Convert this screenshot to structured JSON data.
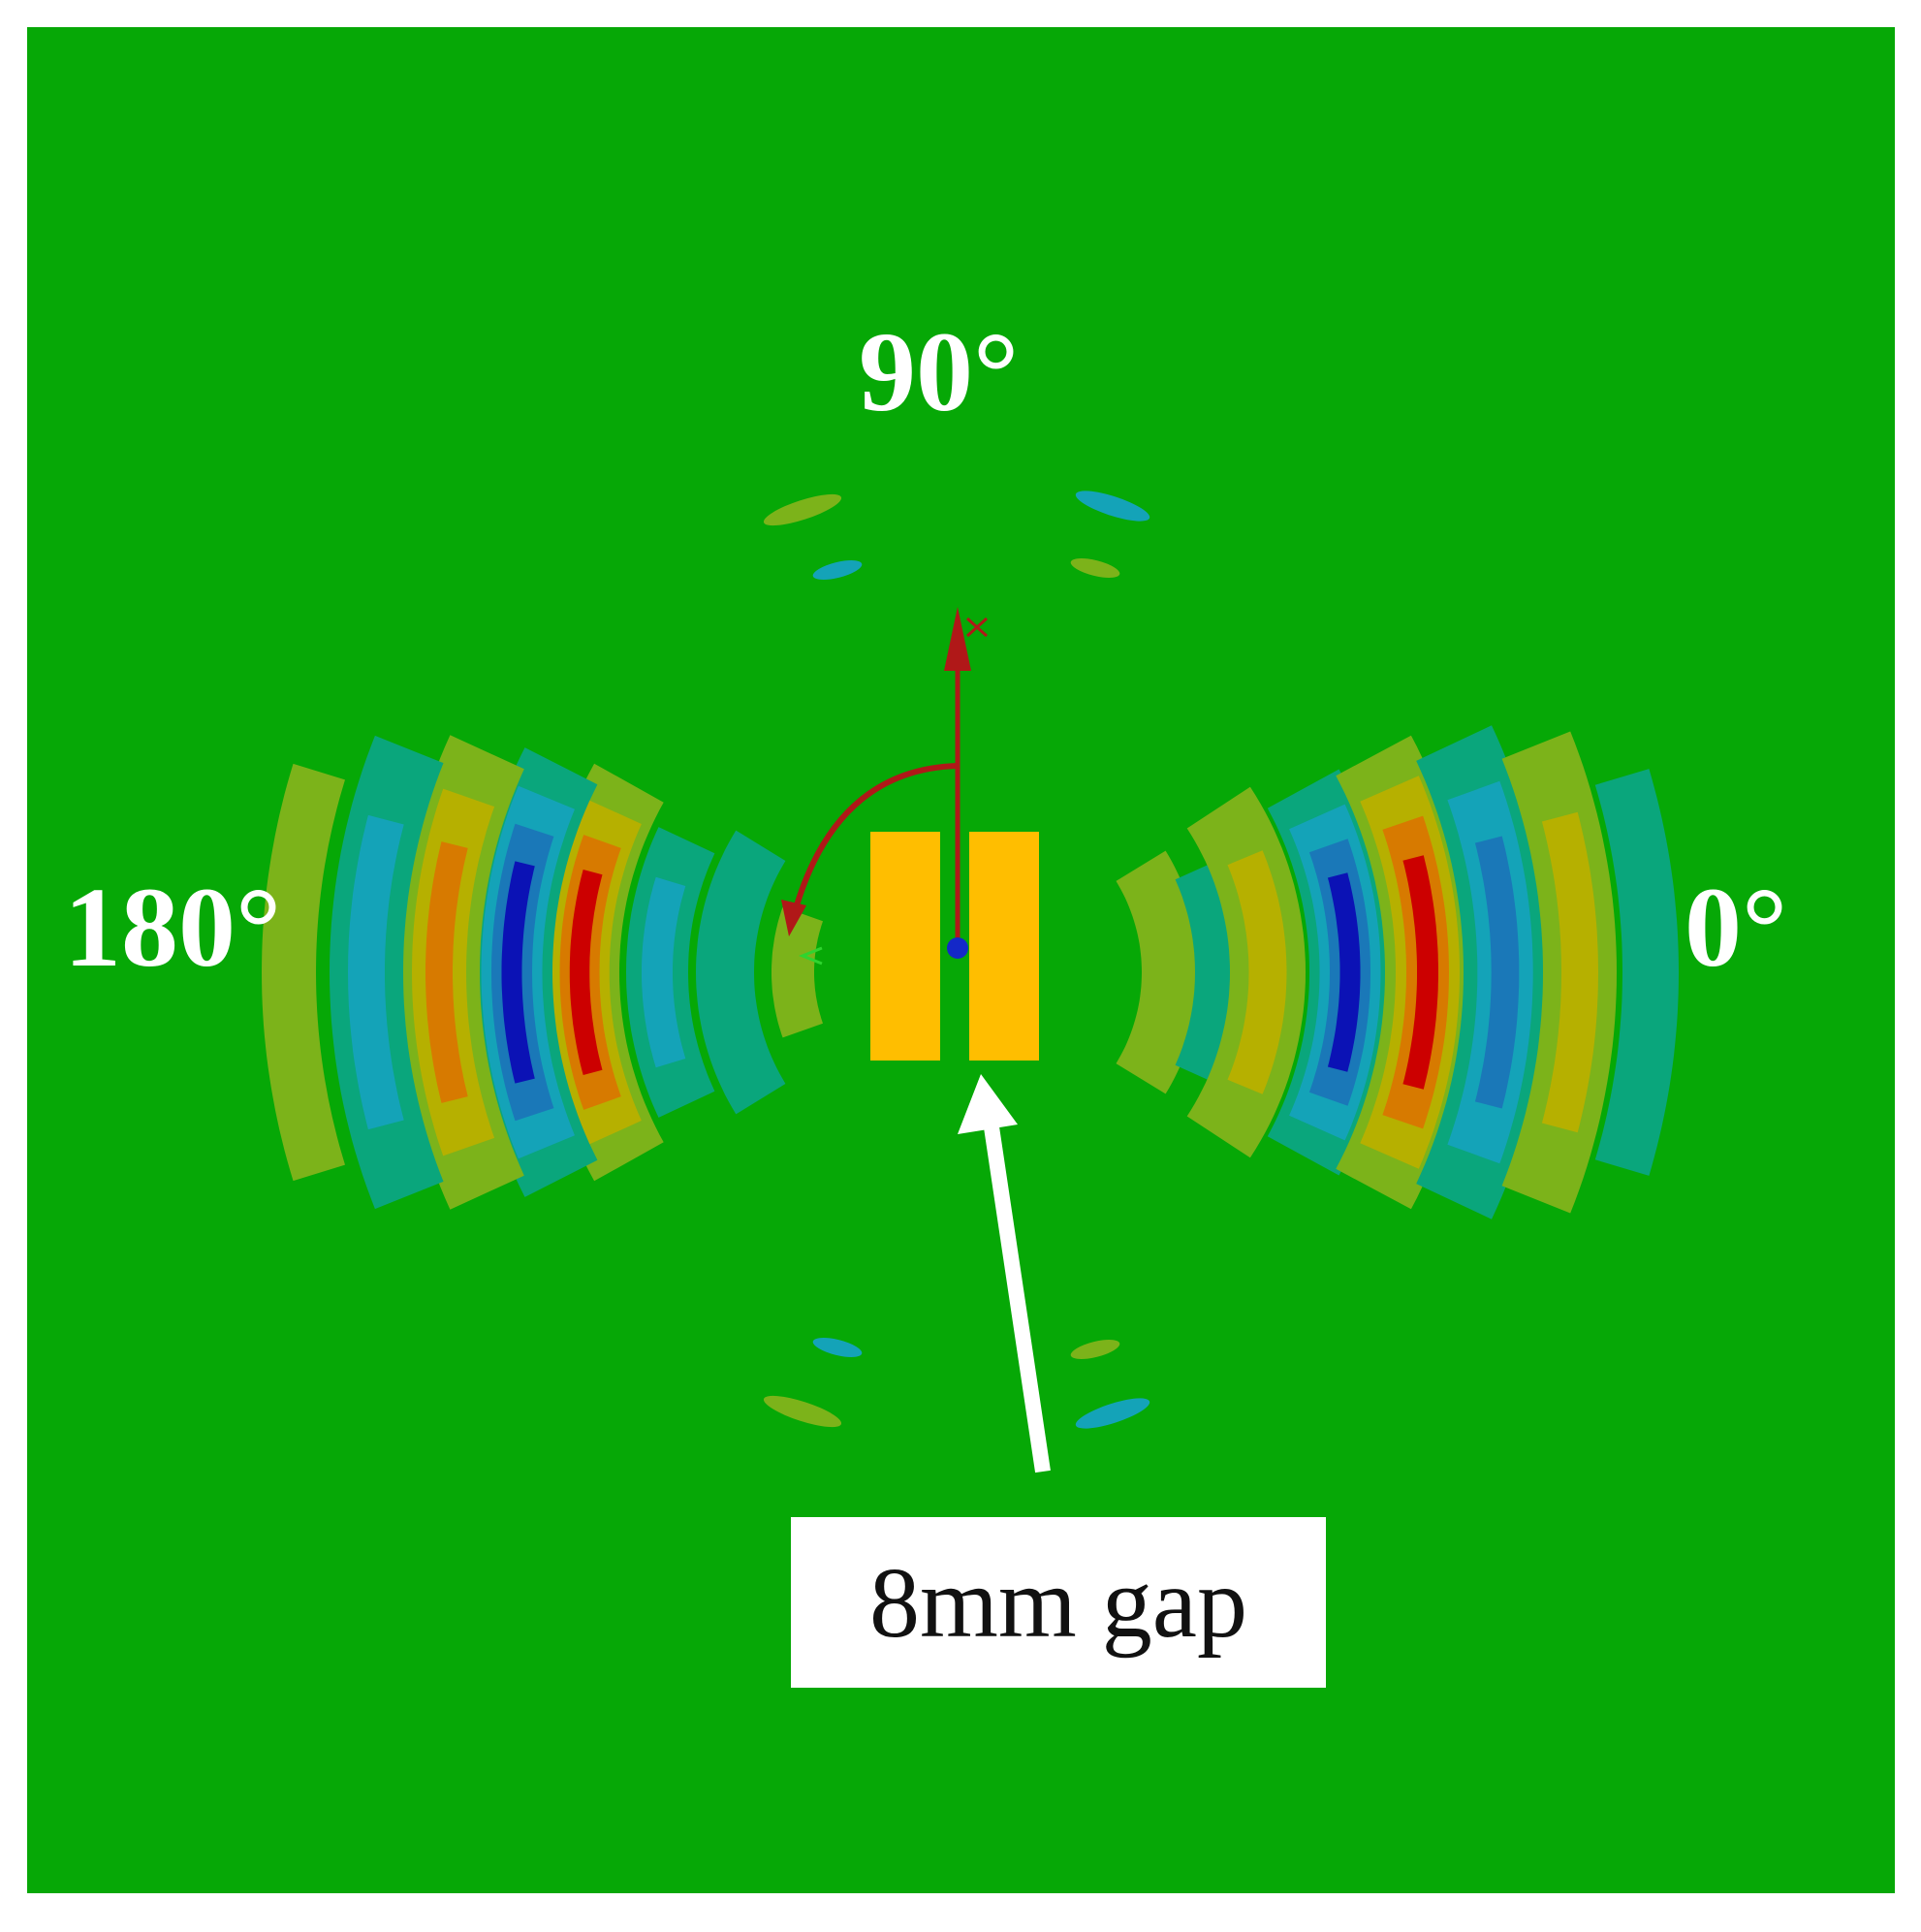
{
  "angle_labels": {
    "top": "90°",
    "left": "180°",
    "right": "0°"
  },
  "annotation": {
    "text": "8mm gap"
  },
  "colors": {
    "background": "#06a806",
    "antenna_plates": "#ffbe00",
    "arrow_marker": "#b01818",
    "annotation_arrow": "#ffffff",
    "field_positive_low": "#7cb31a",
    "field_positive_mid": "#b6b000",
    "field_positive_high": "#d77a00",
    "field_positive_peak": "#cc0000",
    "field_negative_low": "#0aa67c",
    "field_negative_mid": "#14a3b8",
    "field_negative_high": "#1a78b8",
    "field_negative_peak": "#0b12b5"
  }
}
